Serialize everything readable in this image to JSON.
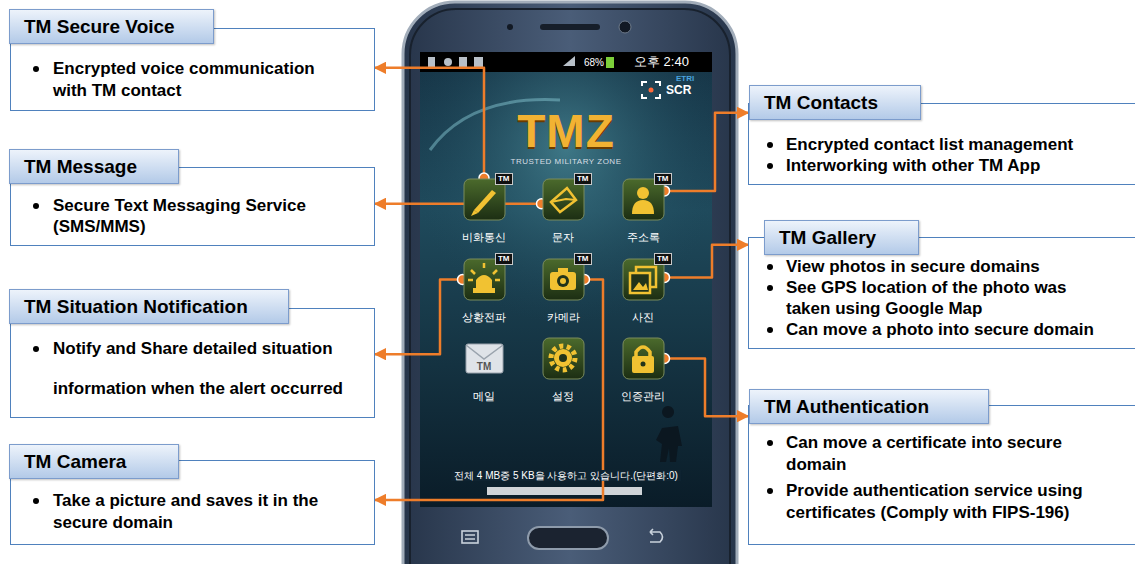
{
  "diagram": {
    "nodes": [
      {
        "text": [
          "TM Secure Voice",
          "Encrypted voice communication with TM contact"
        ]
      },
      {
        "text": [
          "TM Message",
          "Secure Text Messaging Service (SMS/MMS)"
        ]
      },
      {
        "text": [
          "TM Situation Notification",
          "Notify and Share detailed situation information when the alert occurred"
        ]
      },
      {
        "text": [
          "TM Camera",
          "Take a picture and saves it in the secure domain"
        ]
      },
      {
        "text": [
          "TM Contacts",
          "Encrypted contact list management",
          "Interworking with other TM App"
        ]
      },
      {
        "text": [
          "TM Gallery",
          "View photos in secure domains",
          "See GPS location of the photo was taken using Google Map",
          "Can move a photo into secure domain"
        ]
      },
      {
        "text": [
          "TM Authentication",
          "Can move a certificate into secure domain",
          "Provide authentication service using certificates (Comply with FIPS-196)"
        ]
      },
      {
        "text": [
          "TM",
          "비화통신"
        ]
      },
      {
        "text": [
          "TM",
          "문자"
        ]
      },
      {
        "text": [
          "TM",
          "주소록"
        ]
      },
      {
        "text": [
          "TM",
          "상황전파"
        ]
      },
      {
        "text": [
          "TM",
          "카메라"
        ]
      },
      {
        "text": [
          "TM",
          "사진"
        ]
      },
      {
        "text": [
          "TM",
          "메일"
        ]
      },
      {
        "text": [
          "설정"
        ]
      },
      {
        "text": [
          "인증관리"
        ]
      }
    ],
    "edges": [
      {
        "from": 7,
        "to": 0,
        "arrow": "to"
      },
      {
        "from": 8,
        "to": 1,
        "arrow": "to"
      },
      {
        "from": 9,
        "to": 4,
        "arrow": "to"
      },
      {
        "from": 10,
        "to": 2,
        "arrow": "to"
      },
      {
        "from": 11,
        "to": 3,
        "arrow": "to"
      },
      {
        "from": 12,
        "to": 5,
        "arrow": "to"
      },
      {
        "from": 15,
        "to": 6,
        "arrow": "to"
      }
    ],
    "labels": [
      "68%",
      "오후 2:40",
      "ETRI",
      "SCR",
      "TMZ",
      "TRUSTED MILITARY ZONE",
      "전체 4 MB중 5 KB을 사용하고 있습니다.(단편화:0)"
    ]
  }
}
